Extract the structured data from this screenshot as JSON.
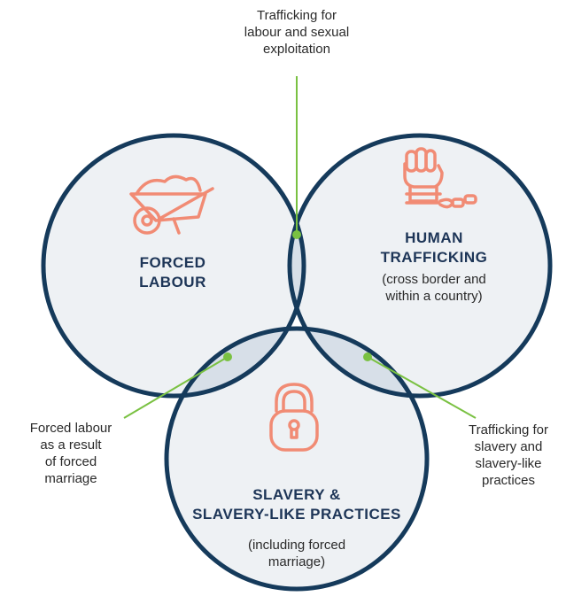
{
  "colors": {
    "circle_fill": "#eef1f4",
    "overlap_fill": "#d7dfe8",
    "circle_stroke": "#153a5b",
    "connector": "#7ac142",
    "icon": "#f18b74",
    "heading": "#1d3557"
  },
  "circles": {
    "forced_labour": {
      "title_line1": "FORCED",
      "title_line2": "LABOUR",
      "icon": "wheelbarrow-icon"
    },
    "human_trafficking": {
      "title_line1": "HUMAN",
      "title_line2": "TRAFFICKING",
      "sub_line1": "(cross border and",
      "sub_line2": "within a country)",
      "icon": "raised-fist-chain-icon"
    },
    "slavery": {
      "title_line1": "SLAVERY &",
      "title_line2": "SLAVERY-LIKE PRACTICES",
      "sub_line1": "(including forced",
      "sub_line2": "marriage)",
      "icon": "padlock-icon"
    }
  },
  "callouts": {
    "top": {
      "line1": "Trafficking for",
      "line2": "labour and sexual",
      "line3": "exploitation"
    },
    "left": {
      "line1": "Forced labour",
      "line2": "as a result",
      "line3": "of forced",
      "line4": "marriage"
    },
    "right": {
      "line1": "Trafficking for",
      "line2": "slavery and",
      "line3": "slavery-like",
      "line4": "practices"
    }
  }
}
